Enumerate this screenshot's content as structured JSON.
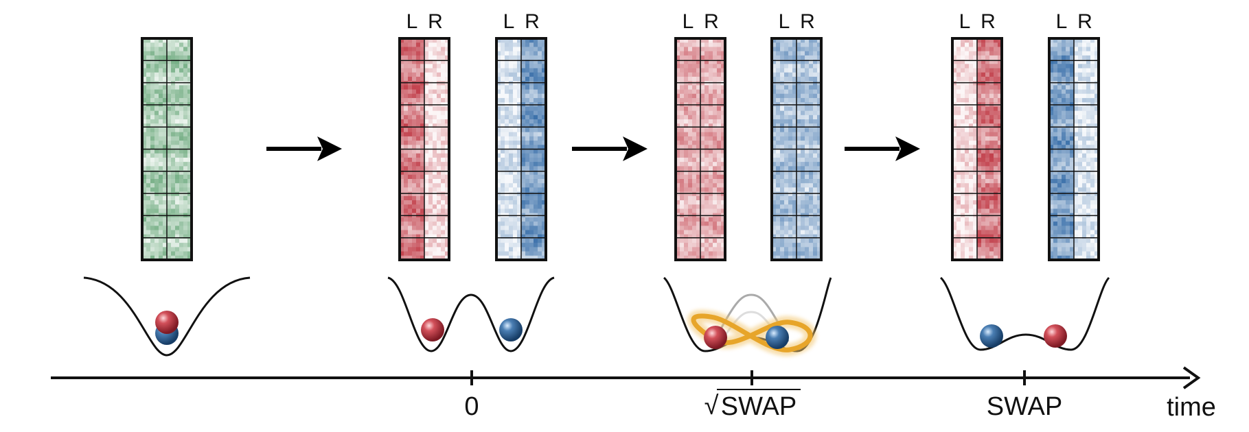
{
  "colors": {
    "initial_panel": "#1b7a35",
    "left_panel": "#b8222f",
    "right_panel": "#1f5c9e",
    "ball_red": "#b0303a",
    "ball_blue": "#2f5f8f",
    "swap_ring": "#e7a52a",
    "axis": "#111111"
  },
  "icons": {
    "arrow": "right-arrow-icon",
    "ball_red": "red-atom-icon",
    "ball_blue": "blue-atom-icon",
    "swap_ring": "infinity-orbit-icon"
  },
  "stages": [
    {
      "id": "initial",
      "panels": [
        {
          "type": "green",
          "headers": []
        }
      ],
      "potential": "single-well",
      "balls": [
        "red-over-blue"
      ]
    },
    {
      "id": "t0",
      "panels": [
        {
          "type": "red",
          "headers": [
            "L",
            "R"
          ],
          "bright_col": "L"
        },
        {
          "type": "blue",
          "headers": [
            "L",
            "R"
          ],
          "bright_col": "R"
        }
      ],
      "potential": "double-well",
      "balls": [
        "red-left",
        "blue-right"
      ]
    },
    {
      "id": "sqrt-swap",
      "panels": [
        {
          "type": "red",
          "headers": [
            "L",
            "R"
          ],
          "bright_col": "both"
        },
        {
          "type": "blue",
          "headers": [
            "L",
            "R"
          ],
          "bright_col": "both"
        }
      ],
      "potential": "double-well-shallow",
      "balls": [
        "red-left",
        "blue-right"
      ]
    },
    {
      "id": "swap",
      "panels": [
        {
          "type": "red",
          "headers": [
            "L",
            "R"
          ],
          "bright_col": "R"
        },
        {
          "type": "blue",
          "headers": [
            "L",
            "R"
          ],
          "bright_col": "L"
        }
      ],
      "potential": "double-well-shallow",
      "balls": [
        "blue-left",
        "red-right"
      ]
    }
  ],
  "timeline": {
    "ticks": [
      {
        "label_prefix": "",
        "label": "0"
      },
      {
        "label_prefix": "√",
        "label": "SWAP"
      },
      {
        "label_prefix": "",
        "label": "SWAP"
      }
    ],
    "axis_label": "time"
  }
}
